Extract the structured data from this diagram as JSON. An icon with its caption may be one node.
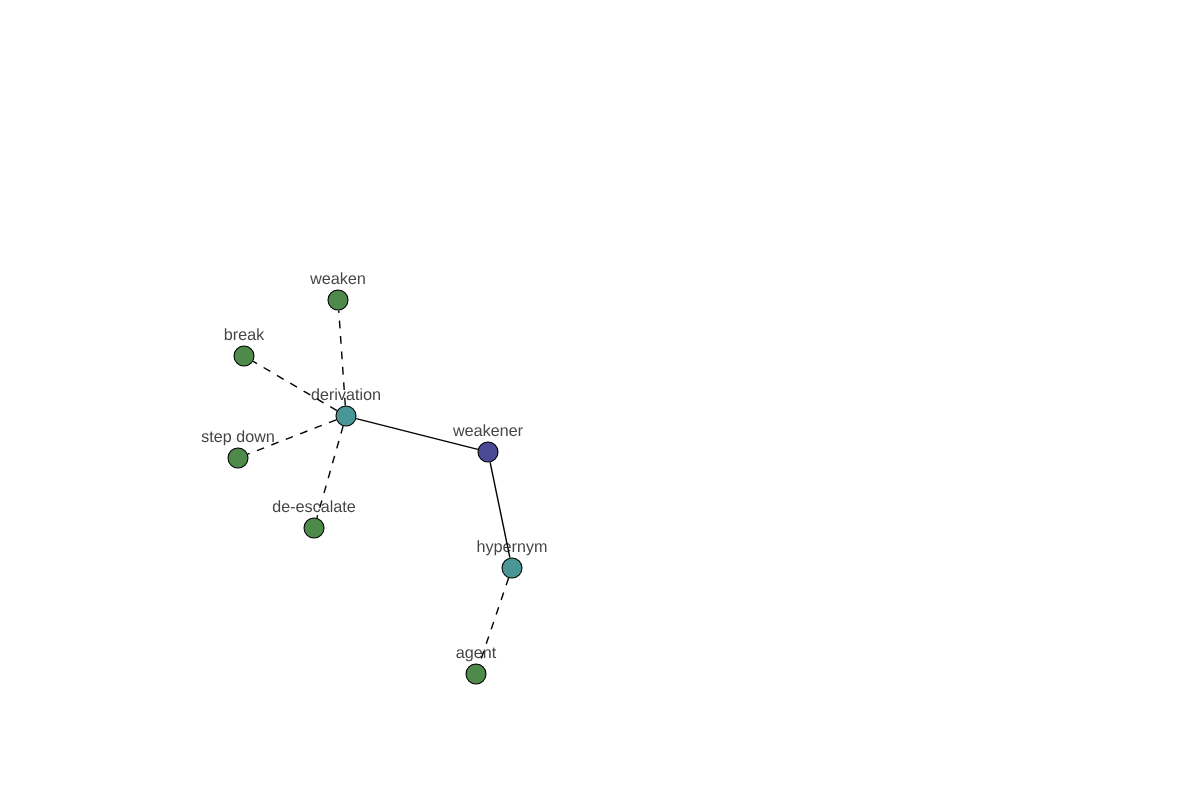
{
  "diagram": {
    "nodes": [
      {
        "text": [
          "weaken"
        ]
      },
      {
        "text": [
          "break"
        ]
      },
      {
        "text": [
          "derivation"
        ]
      },
      {
        "text": [
          "step down"
        ]
      },
      {
        "text": [
          "weakener"
        ]
      },
      {
        "text": [
          "de-escalate"
        ]
      },
      {
        "text": [
          "hypernym"
        ]
      },
      {
        "text": [
          "agent"
        ]
      }
    ],
    "edges": [
      {
        "from": 4,
        "to": 2,
        "arrow": "none"
      },
      {
        "from": 4,
        "to": 6,
        "arrow": "none"
      },
      {
        "from": 2,
        "to": 0,
        "arrow": "none",
        "style": "dashed"
      },
      {
        "from": 2,
        "to": 1,
        "arrow": "none",
        "style": "dashed"
      },
      {
        "from": 2,
        "to": 3,
        "arrow": "none",
        "style": "dashed"
      },
      {
        "from": 2,
        "to": 5,
        "arrow": "none",
        "style": "dashed"
      },
      {
        "from": 6,
        "to": 7,
        "arrow": "none",
        "style": "dashed"
      }
    ]
  }
}
